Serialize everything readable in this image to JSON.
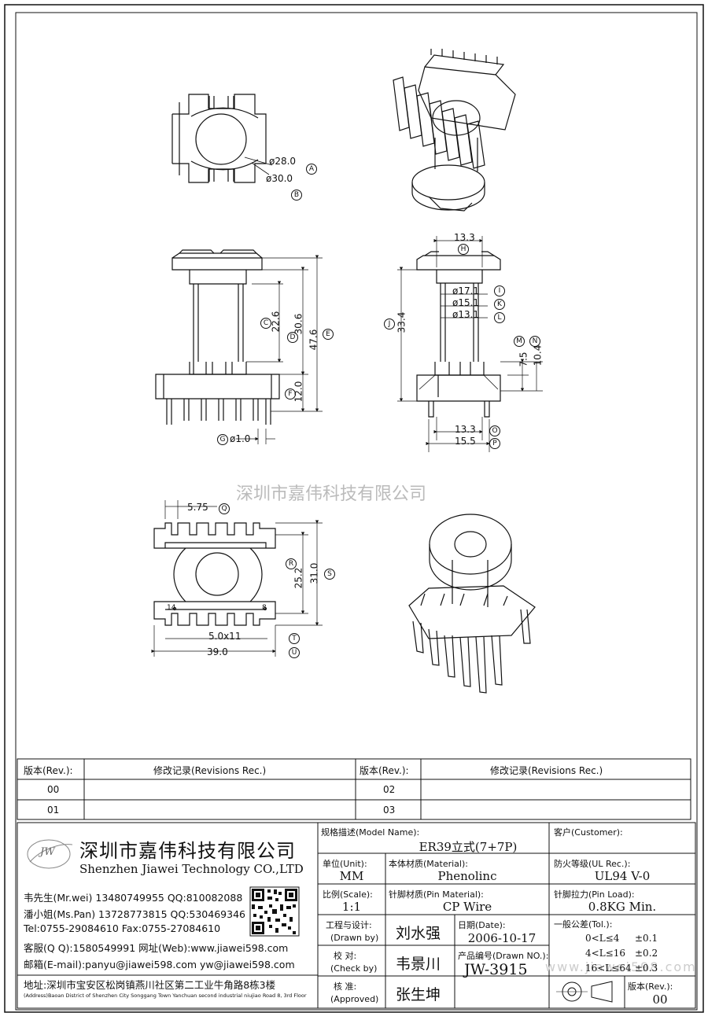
{
  "watermark": "深圳市嘉伟科技有限公司",
  "watermark_url": "www.jiawei598.com",
  "dims": {
    "d28": "ø28.0",
    "d28_tag": "A",
    "d30": "ø30.0",
    "d30_tag": "B",
    "c": "22.6",
    "c_tag": "C",
    "d": "30.6",
    "d_tag": "D",
    "e": "47.6",
    "e_tag": "E",
    "f": "12.0",
    "f_tag": "F",
    "g": "ø1.0",
    "g_tag": "G",
    "h": "13.3",
    "h_tag": "H",
    "i": "ø17.1",
    "i_tag": "I",
    "j": "33.4",
    "j_tag": "J",
    "k": "ø15.1",
    "k_tag": "K",
    "l": "ø13.1",
    "l_tag": "L",
    "m": "7.5",
    "m_tag": "M",
    "n": "10.4",
    "n_tag": "N",
    "o": "13.3",
    "o_tag": "O",
    "p": "15.5",
    "p_tag": "P",
    "q": "5.75",
    "q_tag": "Q",
    "r": "25.2",
    "r_tag": "R",
    "s": "31.0",
    "s_tag": "S",
    "t": "5.0x11",
    "t_tag": "T",
    "u": "39.0",
    "u_tag": "U",
    "pin14": "14",
    "pin8": "8"
  },
  "revisions": {
    "h_rev": "版本(Rev.):",
    "h_rec": "修改记录(Revisions Rec.)",
    "rows": [
      {
        "left": "00",
        "right": "02"
      },
      {
        "left": "01",
        "right": "03"
      }
    ]
  },
  "company": {
    "logo": "JW",
    "name_cn": "深圳市嘉伟科技有限公司",
    "name_en": "Shenzhen Jiawei Technology CO.,LTD",
    "contacts": [
      "韦先生(Mr.wei) 13480749955 QQ:810082088",
      "潘小姐(Ms.Pan) 13728773815 QQ:530469346",
      "Tel:0755-29084610     Fax:0755-27084610",
      "客服(Q Q):1580549991   网址(Web):www.jiawei598.com",
      "邮箱(E-mail):panyu@jiawei598.com  yw@jiawei598.com"
    ],
    "address_cn": "地址:深圳市宝安区松岗镇燕川社区第二工业牛角路8栋3楼",
    "address_en": "(Address)Baoan District of Shenzhen City Songgang Town Yanchuan  second industrial niujiao Road 8, 3rd Floor"
  },
  "titleblock": {
    "model_label": "规格描述(Model Name):",
    "model_value": "ER39立式(7+7P)",
    "customer_label": "客户(Customer):",
    "unit_label": "单位(Unit):",
    "unit_value": "MM",
    "material_label": "本体材质(Material):",
    "material_value": "Phenolinc",
    "ul_label": "防火等级(UL Rec.):",
    "ul_value": "UL94 V-0",
    "scale_label": "比例(Scale):",
    "scale_value": "1:1",
    "pin_material_label": "针脚材质(Pin Material):",
    "pin_material_value": "CP Wire",
    "pin_load_label": "针脚拉力(Pin Load):",
    "pin_load_value": "0.8KG Min.",
    "drawn_label_cn": "工程与设计:",
    "drawn_label_en": "(Drawn by)",
    "drawn_value": "刘水强",
    "date_label": "日期(Date):",
    "date_value": "2006-10-17",
    "tol_label": "一般公差(Tol.):",
    "tol_rows": [
      {
        "range": "0<L≤4",
        "val": "±0.1"
      },
      {
        "range": "4<L≤16",
        "val": "±0.2"
      },
      {
        "range": "16<L≤64",
        "val": "±0.3"
      }
    ],
    "check_label_cn": "校  对:",
    "check_label_en": "(Check by)",
    "check_value": "韦景川",
    "drawn_no_label": "产品编号(Drawn NO.):",
    "drawn_no_value": "JW-3915",
    "approve_label_cn": "核  准:",
    "approve_label_en": "(Approved)",
    "approve_value": "张生坤",
    "rev_label": "版本(Rev.):",
    "rev_value": "00"
  }
}
